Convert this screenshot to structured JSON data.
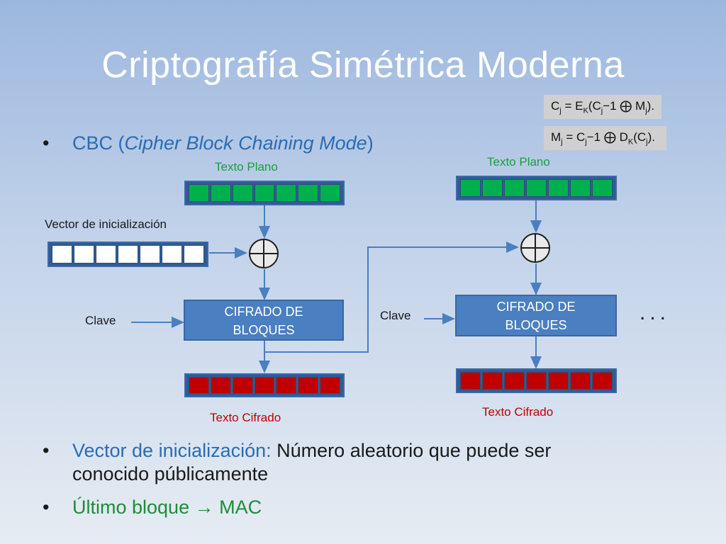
{
  "slide": {
    "title": "Criptografía Simétrica Moderna"
  },
  "formulas": {
    "encrypt": {
      "c": "C",
      "j": "j",
      "eq": " = E",
      "k": "K",
      "open": "(C",
      "j2": "j",
      "rest": "−1 ⨁ M",
      "j3": "j",
      "close": ")."
    },
    "decrypt": {
      "m": "M",
      "j": "j",
      "eq": " = C",
      "j2": "j",
      "rest": "−1 ⨁ D",
      "k": "K",
      "open": "(C",
      "j3": "j",
      "close": ")."
    }
  },
  "bullets": {
    "b1_text": "CBC (",
    "b1_italic": "Cipher Block Chaining Mode",
    "b1_end": ")",
    "b2_highlight": "Vector de inicialización:",
    "b2_rest": " Número aleatorio que puede ser",
    "b2_line2": "conocido públicamente",
    "b3_text": "Último bloque ",
    "b3_arrow": "→",
    "b3_end": " MAC",
    "marker": "•"
  },
  "diagram": {
    "plaintext_label": "Texto Plano",
    "iv_label": "Vector de inicialización",
    "key_label": "Clave",
    "cipher_line1": "CIFRADO DE",
    "cipher_line2": "BLOQUES",
    "ciphertext_label": "Texto Cifrado",
    "ellipsis": "...",
    "block_count": 7
  },
  "colors": {
    "plaintext_block": "#00b04f",
    "ciphertext_block": "#c00000",
    "iv_block": "#ffffff",
    "cipher_box": "#4a7fc1",
    "arrow": "#4a7fc1"
  }
}
